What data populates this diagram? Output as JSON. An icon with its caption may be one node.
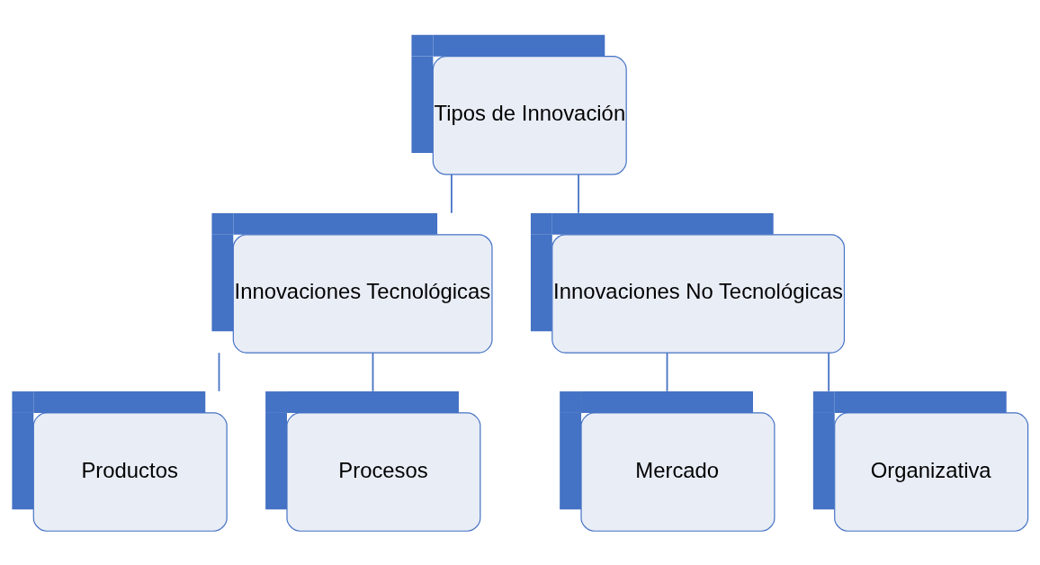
{
  "diagram": {
    "nodes": [
      {
        "text": [
          "Tipos de Innovación"
        ]
      },
      {
        "text": [
          "Innovaciones Tecnológicas"
        ]
      },
      {
        "text": [
          "Innovaciones No Tecnológicas"
        ]
      },
      {
        "text": [
          "Productos"
        ]
      },
      {
        "text": [
          "Procesos"
        ]
      },
      {
        "text": [
          "Mercado"
        ]
      },
      {
        "text": [
          "Organizativa"
        ]
      }
    ],
    "edges": [
      {
        "from": 0,
        "to": 1,
        "arrow": "none"
      },
      {
        "from": 0,
        "to": 2,
        "arrow": "none"
      },
      {
        "from": 1,
        "to": 3,
        "arrow": "none"
      },
      {
        "from": 1,
        "to": 4,
        "arrow": "none"
      },
      {
        "from": 2,
        "to": 5,
        "arrow": "none"
      },
      {
        "from": 2,
        "to": 6,
        "arrow": "none"
      }
    ]
  }
}
